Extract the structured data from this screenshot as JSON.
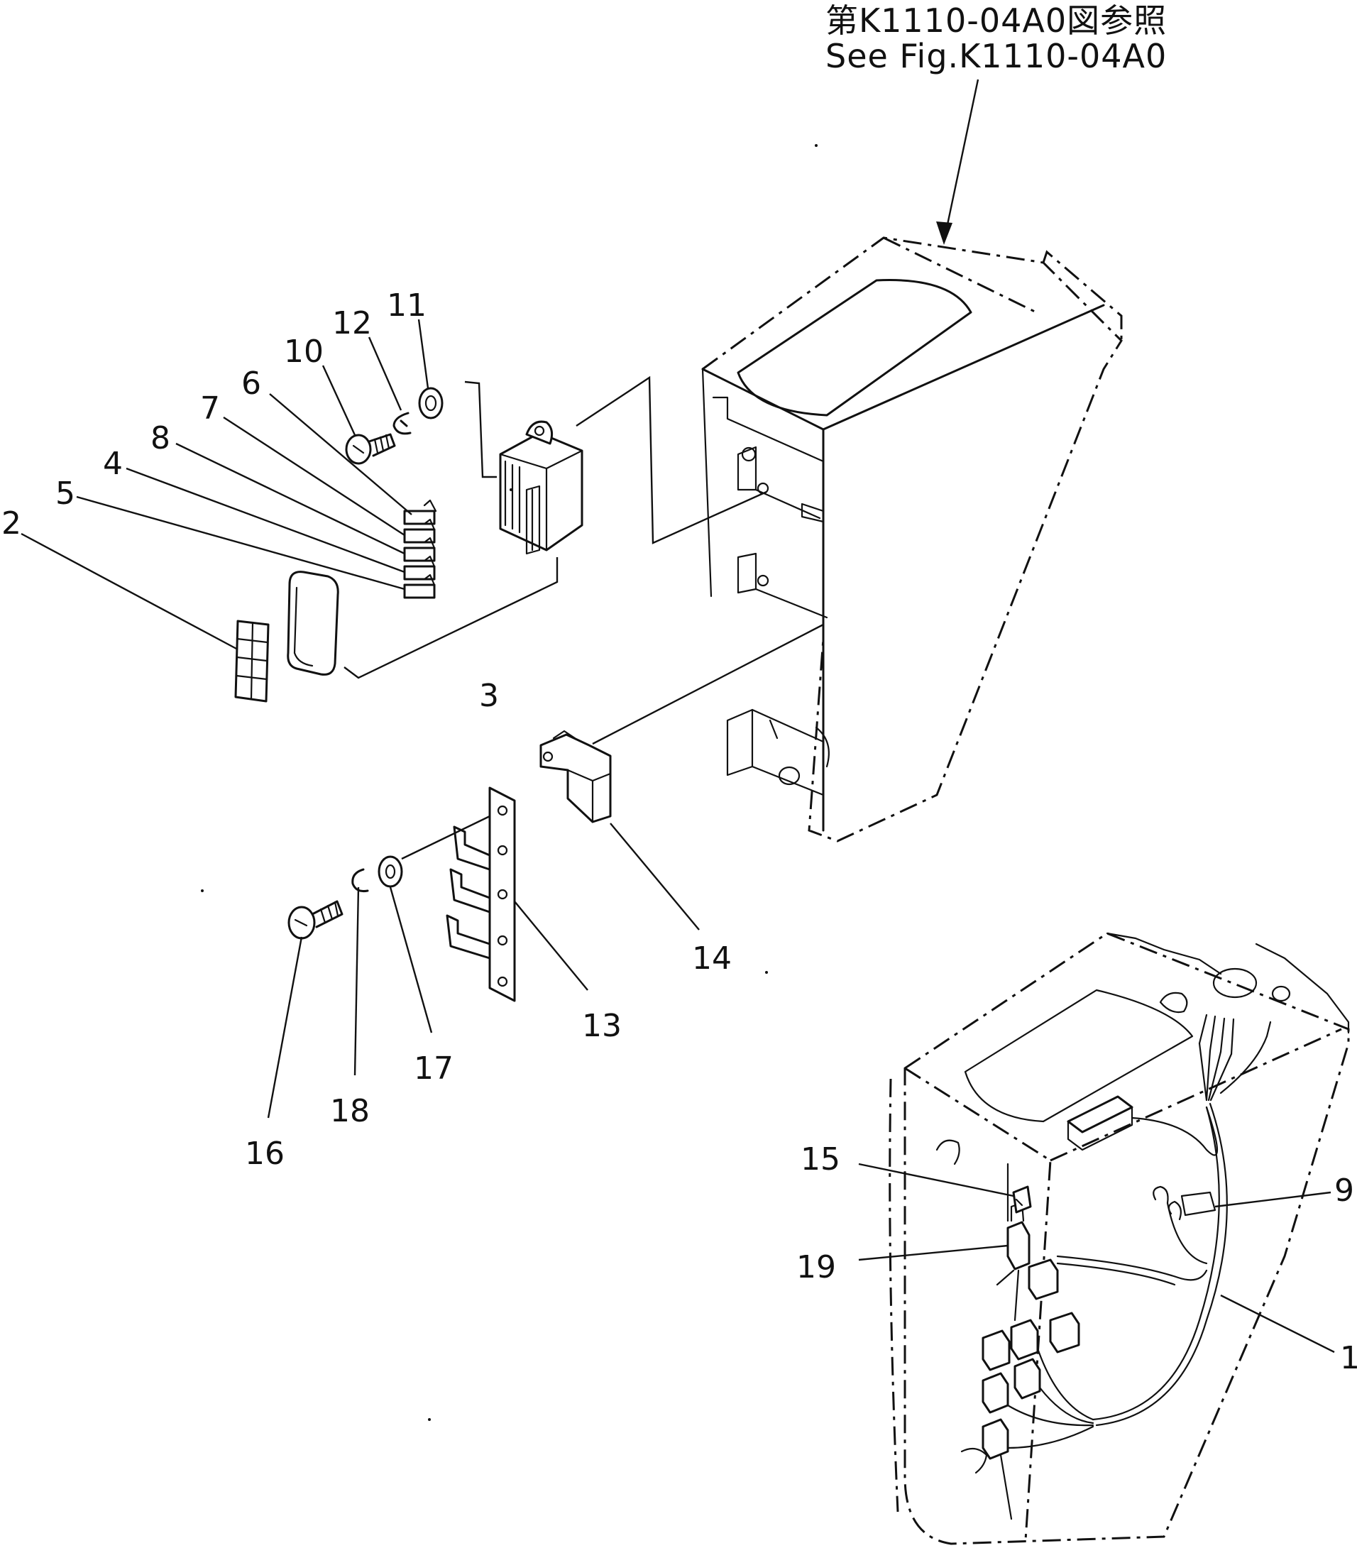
{
  "reference": {
    "line_jp": "第K1110-04A0図参照",
    "line_en": "See Fig.K1110-04A0"
  },
  "callouts": [
    "1",
    "2",
    "3",
    "4",
    "5",
    "6",
    "7",
    "8",
    "9",
    "10",
    "11",
    "12",
    "13",
    "14",
    "15",
    "16",
    "17",
    "18",
    "19"
  ]
}
